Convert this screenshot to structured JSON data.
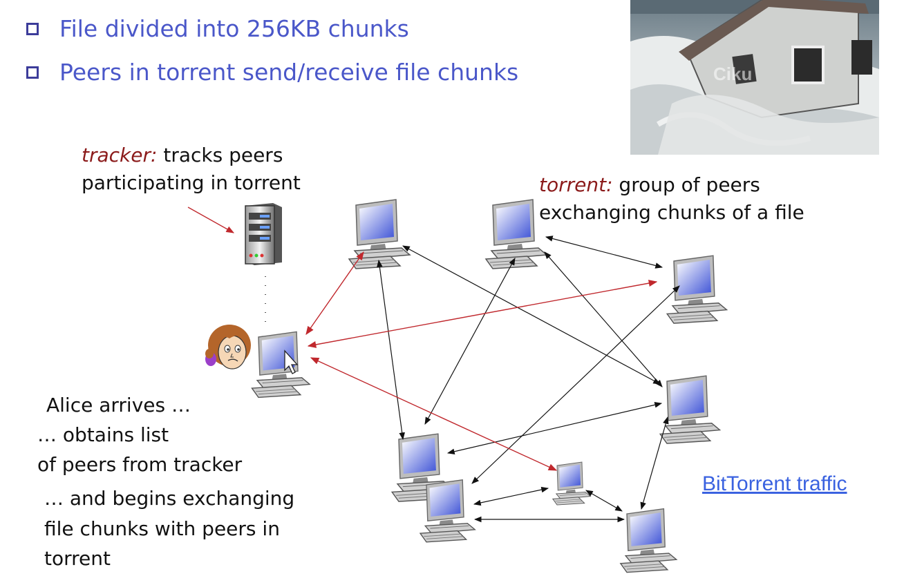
{
  "bullets": [
    "File divided into 256KB chunks",
    "Peers in torrent send/receive file chunks"
  ],
  "tracker_note": {
    "keyword": "tracker:",
    "line1_rest": " tracks peers",
    "line2": "participating in torrent"
  },
  "torrent_note": {
    "keyword": "torrent:",
    "line1_rest": " group of peers",
    "line2": "exchanging chunks of a file"
  },
  "alice_text": [
    "Alice arrives  …",
    "… obtains list",
    "of peers from tracker",
    "… and begins exchanging",
    "file chunks with peers in",
    "torrent"
  ],
  "link_text": "BitTorrent traffic",
  "photo_watermark": "Ciku",
  "colors": {
    "bullet_text": "#4a57c9",
    "keyword": "#8b1a1a",
    "red_arrow": "#c0282d",
    "link": "#3a62e0"
  }
}
